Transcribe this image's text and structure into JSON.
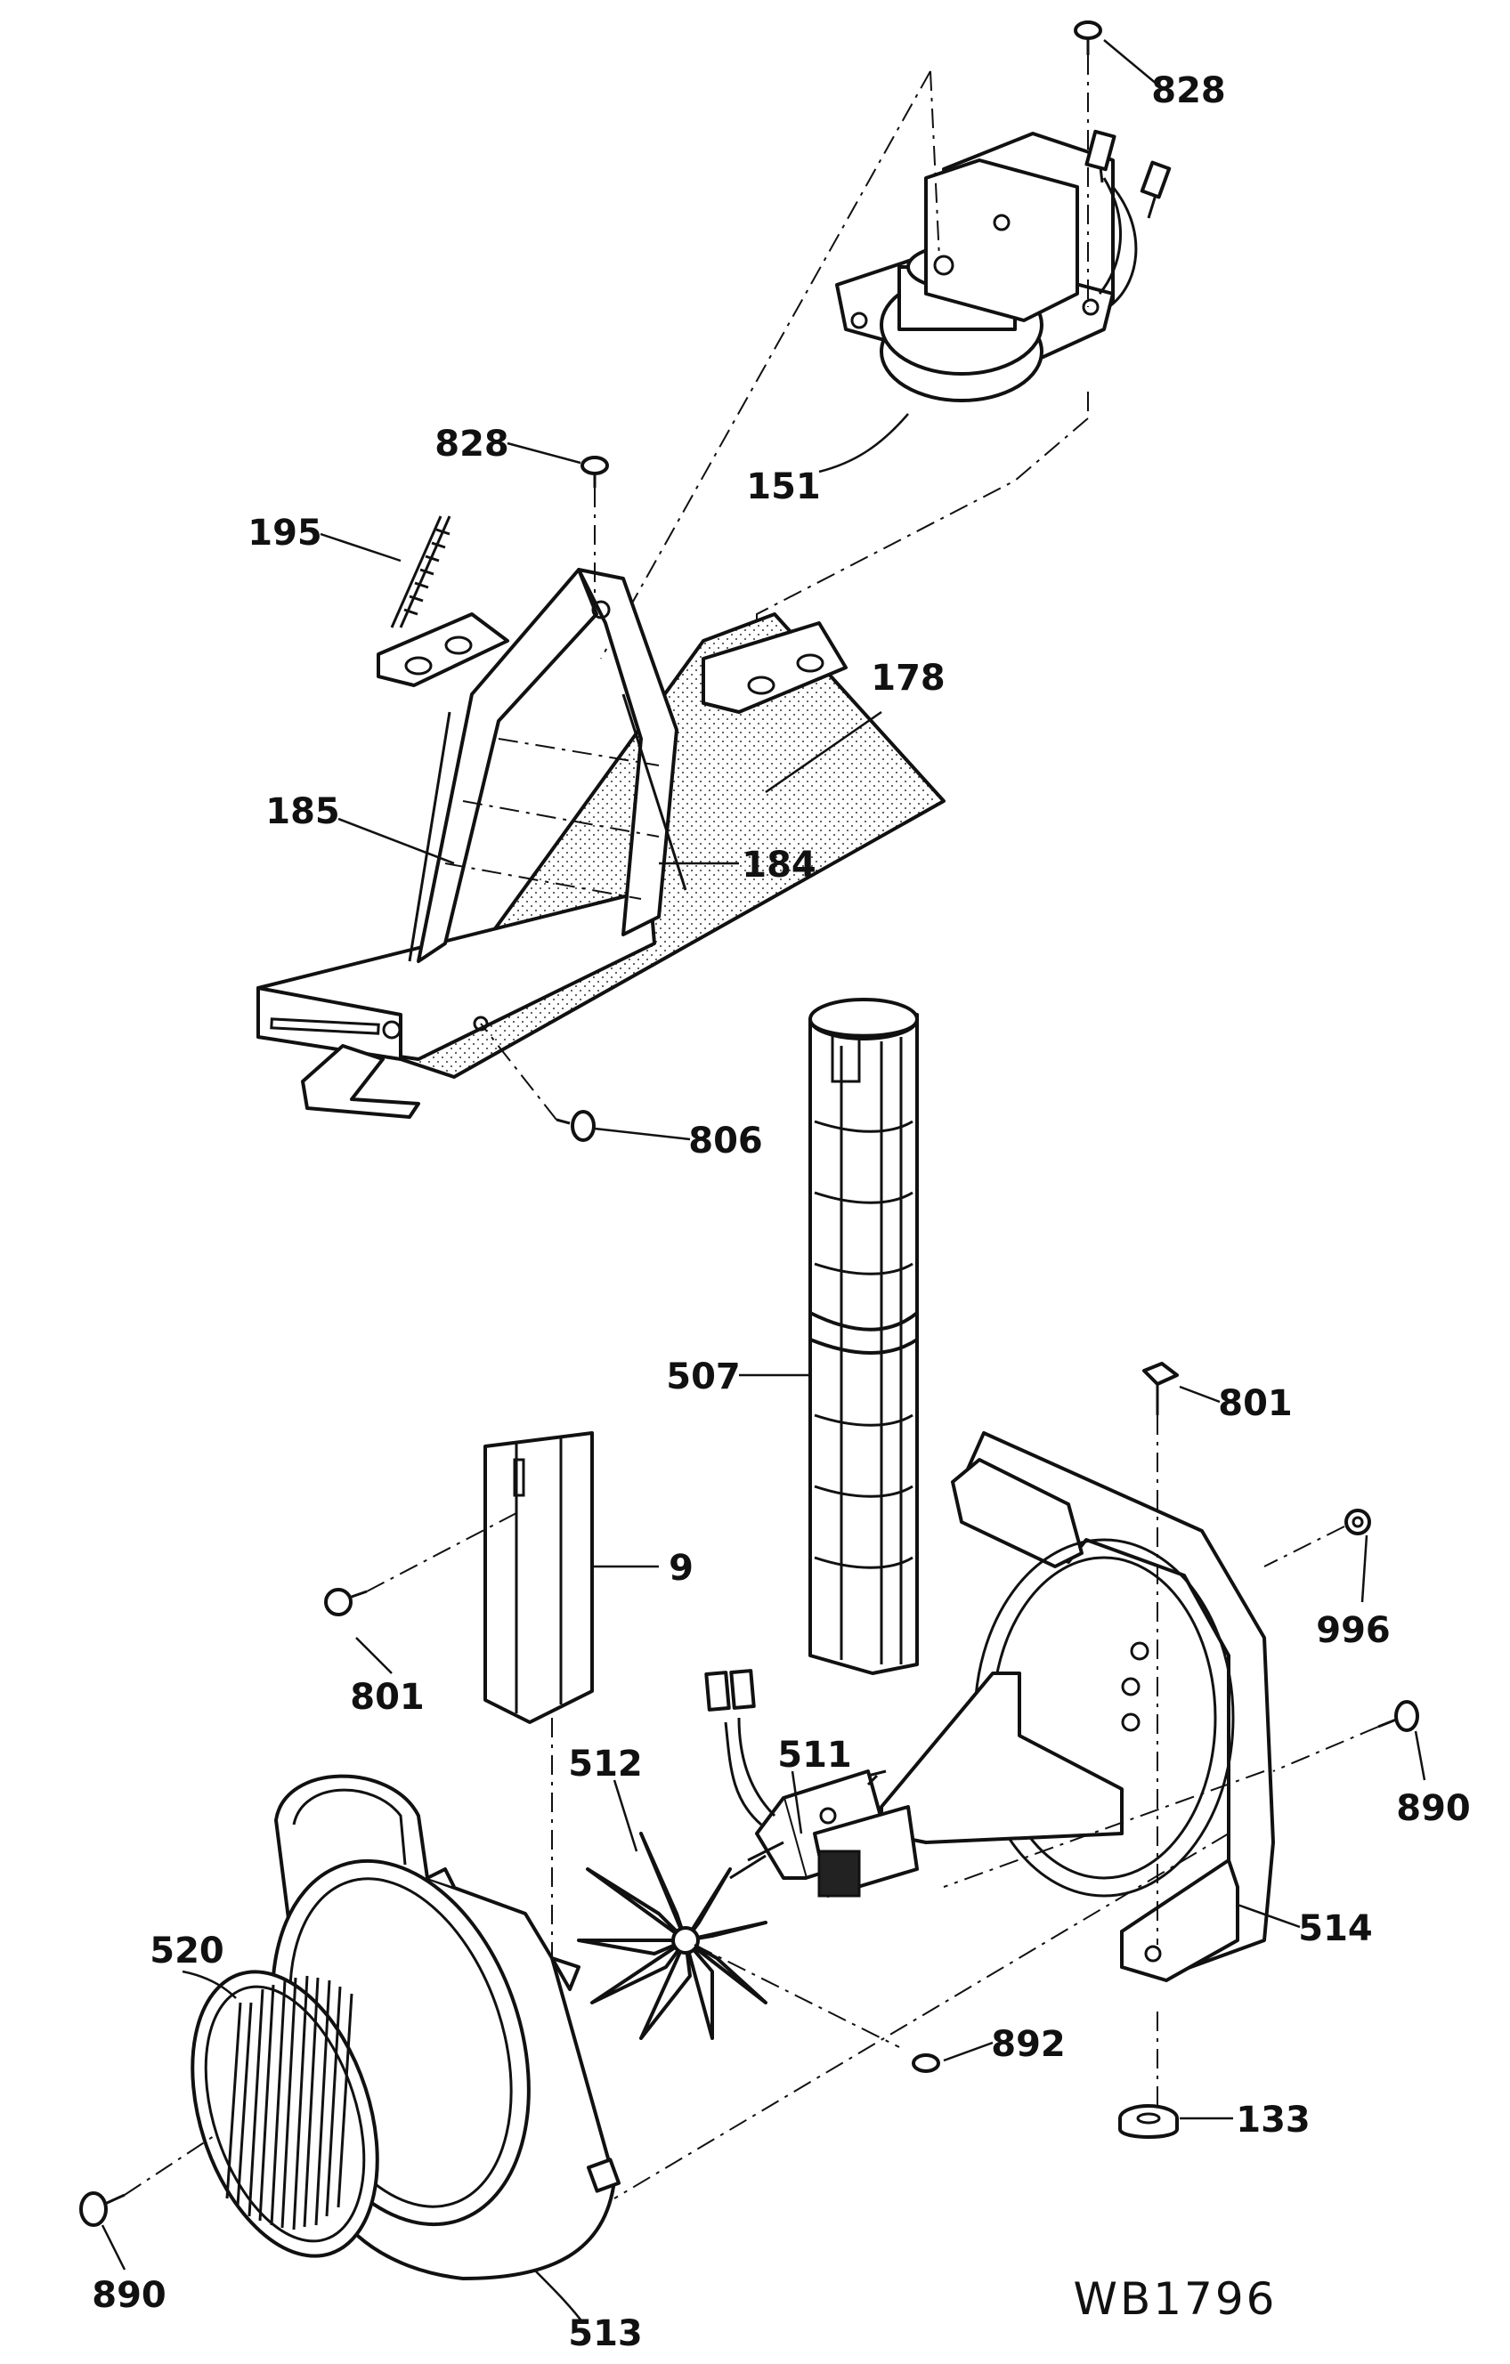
{
  "diagram": {
    "drawing_code": "WB1796",
    "callouts": {
      "p828_top": "828",
      "p151": "151",
      "p828_mid": "828",
      "p195": "195",
      "p178": "178",
      "p185": "185",
      "p184": "184",
      "p806": "806",
      "p507": "507",
      "p801_right": "801",
      "p9": "9",
      "p801_left": "801",
      "p996": "996",
      "p511": "511",
      "p512": "512",
      "p890_right": "890",
      "p520": "520",
      "p514": "514",
      "p892": "892",
      "p133": "133",
      "p890_left": "890",
      "p513": "513"
    }
  }
}
